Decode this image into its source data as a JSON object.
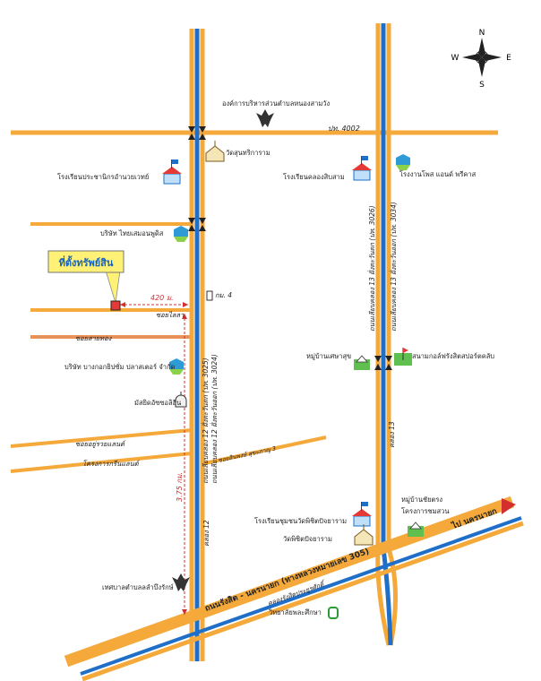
{
  "compass": {
    "n": "N",
    "s": "S",
    "e": "E",
    "w": "W"
  },
  "callout": {
    "label": "ที่ตั้งทรัพย์สิน"
  },
  "roads": {
    "route_4002": "ปท. 4002",
    "route_305": "ถนนรังสิต - นครนายก (ทางหลวงหมายเลข 305)",
    "to_nakhon_nayok": "ไป นครนายก",
    "khlong12_left": "ถนนเลียบคลอง 12 ฝั่งตะวันตก (ปท. 3025)",
    "khlong12_right": "ถนนเลียบคลอง 12 ฝั่งตะวันออก (ปท. 3024)",
    "khlong13_left": "ถนนเลียบคลอง 13 ฝั่งตะวันตก (ปท. 3026)",
    "khlong13_right": "ถนนเลียบคลอง 13 ฝั่งตะวันออก (ปท. 3034)",
    "canal12": "คลอง 12",
    "canal13": "คลอง 13",
    "soi_lailaa": "ซอยไลลา",
    "soi_saensuk": "ซอยสายทอง",
    "soi_yuurawan": "ซอยอยู่รวยแลนด์",
    "proj_green": "โครงการกรีนแลนด์",
    "soi_sinphong": "ซอยสินพงษ์ สุขะภาญ 3",
    "canal_305": "คลองรังสิตประยูรศักดิ์"
  },
  "places": {
    "aubortor": "องค์การบริหารส่วนตำบลหนองสามวัง",
    "wat_suntharikaram": "วัดสุนทริการาม",
    "school_prachaniwat": "โรงเรียนประชานิกรอำนวยเวทย์",
    "school_khlongsipsam": "โรงเรียนคลองสิบสาม",
    "factory_pose": "โรงงานโพส แอนด์ พรีคาส",
    "thai_semcon": "บริษัท ไทยเสมอนพูดิส",
    "km4": "กม. 4",
    "bangkok_gypsum": "บริษัท บางกอกยิปซั่ม ปลาสเตอร์ จำกัด",
    "mosque": "มัสยิดอัซซอลิฮีน",
    "village_setthasiri": "หมู่บ้านเศษาสุข",
    "golf": "สนามกอล์ฟรังสิตสปอร์ตคลับ",
    "village_chaiwat": "หมู่บ้านชัยตรง",
    "proj_chomsuan": "โครงการชมสวน",
    "school_wat_phichit": "โรงเรียนชุมชนวัดพิชิตปัจยาราม",
    "wat_phichit": "วัดพิชิตปัจยาราม",
    "municipality": "เทศบาลตำบลลลำบึงรักษ์",
    "college": "วิทยาลัยพละศึกษา"
  },
  "distances": {
    "horizontal": "420 ม.",
    "vertical": "3.75 กม."
  },
  "colors": {
    "road": "#f4a93a",
    "canal": "#1f6fc8",
    "callout": "#fff176",
    "property": "#e53935",
    "side_road": "#f0a96a"
  }
}
